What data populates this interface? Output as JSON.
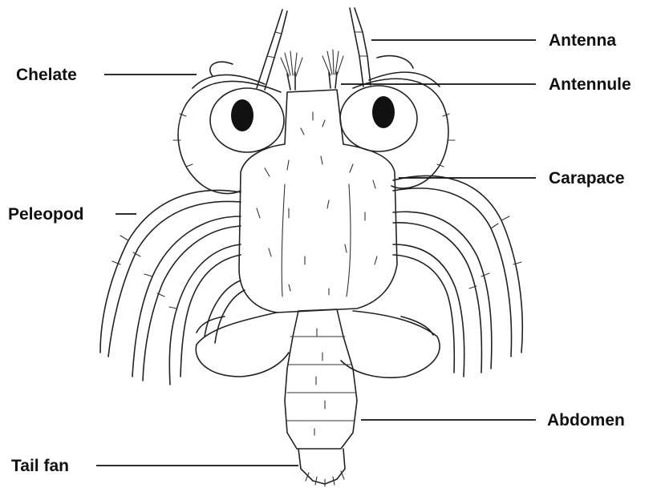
{
  "diagram": {
    "labels": {
      "antenna": "Antenna",
      "antennule": "Antennule",
      "chelate": "Chelate",
      "carapace": "Carapace",
      "peleopod": "Peleopod",
      "abdomen": "Abdomen",
      "tail_fan": "Tail fan"
    }
  }
}
